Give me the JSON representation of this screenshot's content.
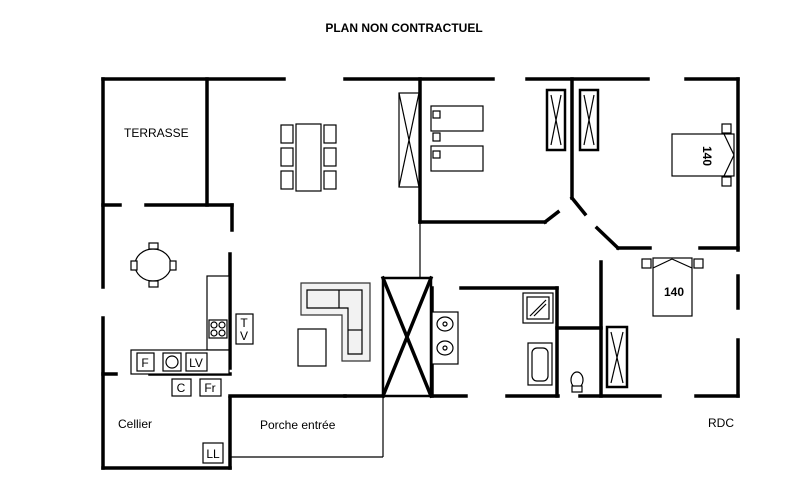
{
  "title": "PLAN NON CONTRACTUEL",
  "rooms": {
    "terrasse": "TERRASSE",
    "cellier": "Cellier",
    "porche": "Porche entrée",
    "level": "RDC"
  },
  "beds": {
    "bed1": "140",
    "bed2": "140"
  },
  "appliances": {
    "fridge": "F",
    "dishwasher": "LV",
    "tv": "T V",
    "freezer": "C",
    "fr": "Fr",
    "washer": "LL"
  }
}
